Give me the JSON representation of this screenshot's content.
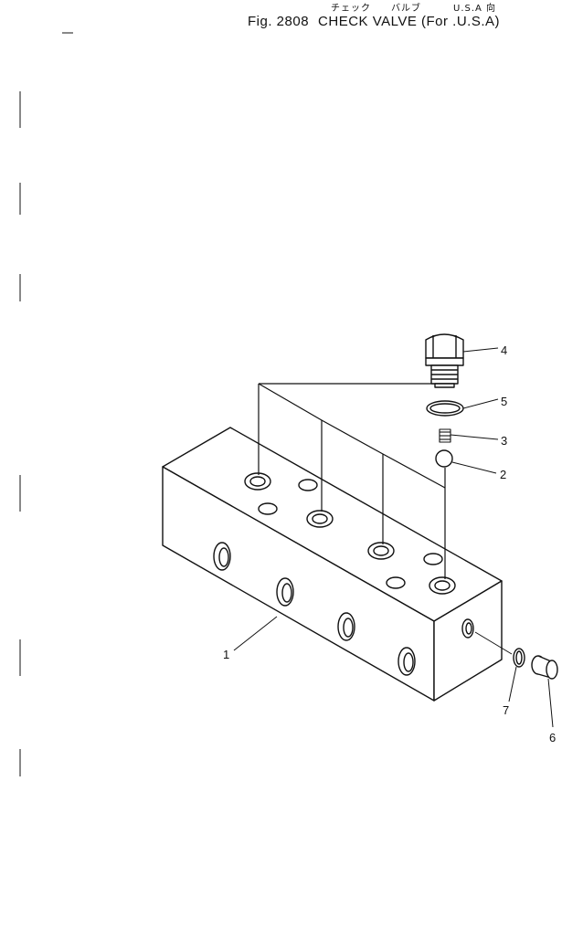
{
  "header": {
    "jp_check": "チェック",
    "jp_valve": "バルブ",
    "jp_region": "U.S.A 向",
    "fig_label": "Fig. 2808",
    "title": "CHECK VALVE (For .U.S.A)"
  },
  "callouts": {
    "c1": "1",
    "c2": "2",
    "c3": "3",
    "c4": "4",
    "c5": "5",
    "c6": "6",
    "c7": "7"
  }
}
